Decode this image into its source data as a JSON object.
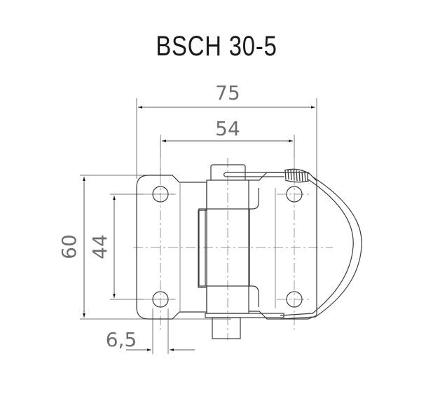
{
  "title": "BSCH 30-5",
  "dimensions": {
    "overall_width": "75",
    "hole_spacing_width": "54",
    "overall_height": "60",
    "hole_spacing_height": "44",
    "hole_diameter": "6,5"
  },
  "colors": {
    "outline": "#3a3a3a",
    "dimension_line": "#555555",
    "center_line": "#9a9a9a",
    "dimension_text": "#6e6e6e",
    "title": "#1a1a1a"
  }
}
